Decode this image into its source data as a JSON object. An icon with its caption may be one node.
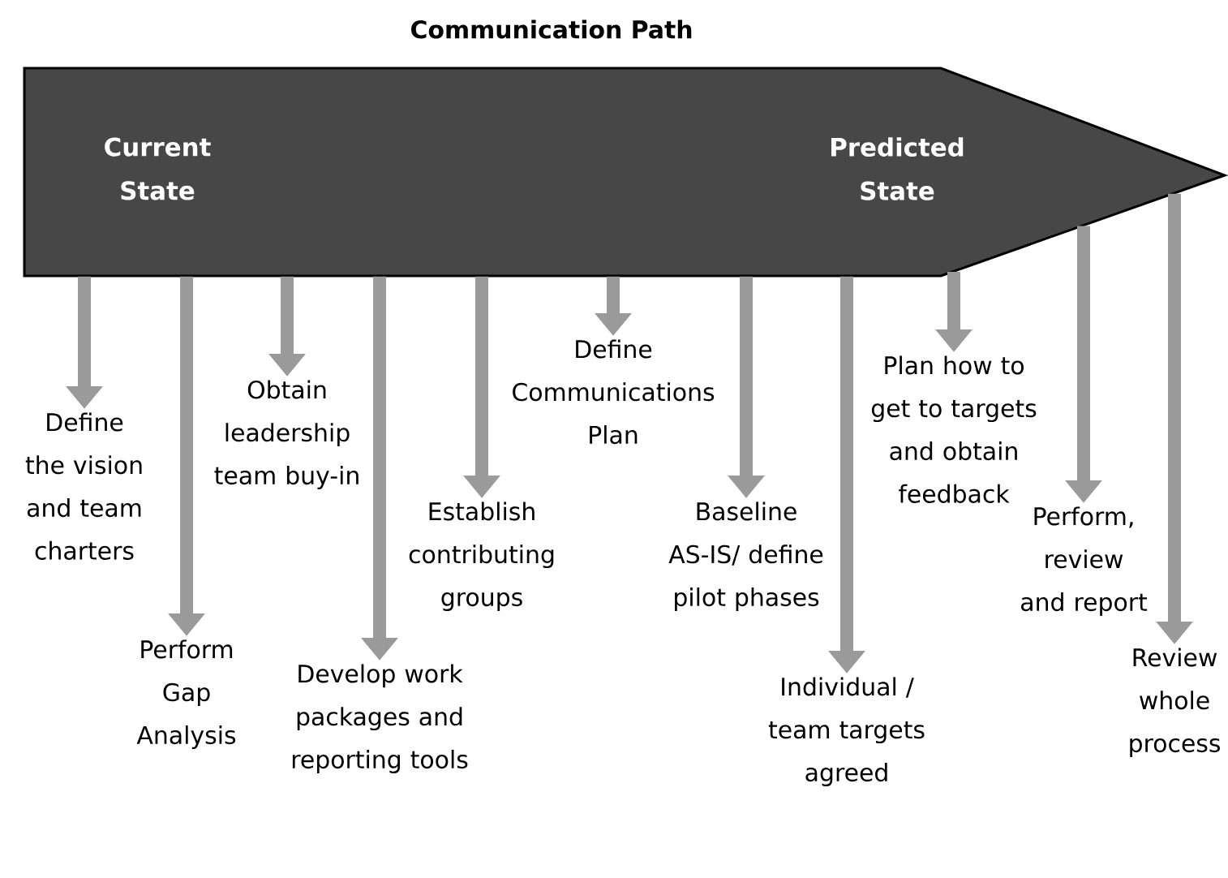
{
  "diagram": {
    "title": "Communication Path",
    "nodes": [
      {
        "text": [
          "Current State",
          "Predicted State"
        ]
      },
      {
        "text": [
          "Define the vision and team charters"
        ]
      },
      {
        "text": [
          "Perform Gap Analysis"
        ]
      },
      {
        "text": [
          "Obtain leadership team buy-in"
        ]
      },
      {
        "text": [
          "Develop work packages and reporting tools"
        ]
      },
      {
        "text": [
          "Establish contributing groups"
        ]
      },
      {
        "text": [
          "Define Communications Plan"
        ]
      },
      {
        "text": [
          "Baseline AS-IS/ define pilot phases"
        ]
      },
      {
        "text": [
          "Individual / team targets agreed"
        ]
      },
      {
        "text": [
          "Plan how to get to targets and obtain feedback"
        ]
      },
      {
        "text": [
          "Perform, review and report"
        ]
      },
      {
        "text": [
          "Review whole process"
        ]
      }
    ],
    "edges": [
      {
        "from": 0,
        "to": 1,
        "arrow": "to"
      },
      {
        "from": 0,
        "to": 2,
        "arrow": "to"
      },
      {
        "from": 0,
        "to": 3,
        "arrow": "to"
      },
      {
        "from": 0,
        "to": 4,
        "arrow": "to"
      },
      {
        "from": 0,
        "to": 5,
        "arrow": "to"
      },
      {
        "from": 0,
        "to": 6,
        "arrow": "to"
      },
      {
        "from": 0,
        "to": 7,
        "arrow": "to"
      },
      {
        "from": 0,
        "to": 8,
        "arrow": "to"
      },
      {
        "from": 0,
        "to": 9,
        "arrow": "to"
      },
      {
        "from": 0,
        "to": 10,
        "arrow": "to"
      },
      {
        "from": 0,
        "to": 11,
        "arrow": "to"
      }
    ]
  }
}
